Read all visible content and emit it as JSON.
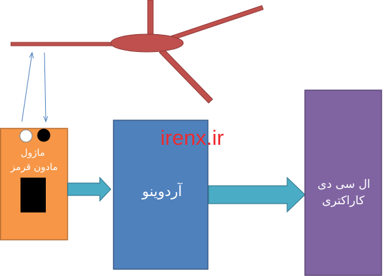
{
  "infrared_module": {
    "label_line_1": "ماژول",
    "label_line_2": "مادون قرمز"
  },
  "arduino": {
    "label": "آردوینو"
  },
  "lcd": {
    "label_line_1": "ال سی دی",
    "label_line_2": "کاراکتری"
  },
  "watermark": "irenx.ir",
  "colors": {
    "fan": "#c0504d",
    "infrared_module": "#f79646",
    "arduino": "#4f81bd",
    "lcd": "#8064a2",
    "flow_arrow": "#4bacc6",
    "signal_arrow": "#4f81bd",
    "watermark": "#ee2a2f",
    "led_white": "#ffffff",
    "led_black": "#000000",
    "ir_sensor": "#000000"
  }
}
